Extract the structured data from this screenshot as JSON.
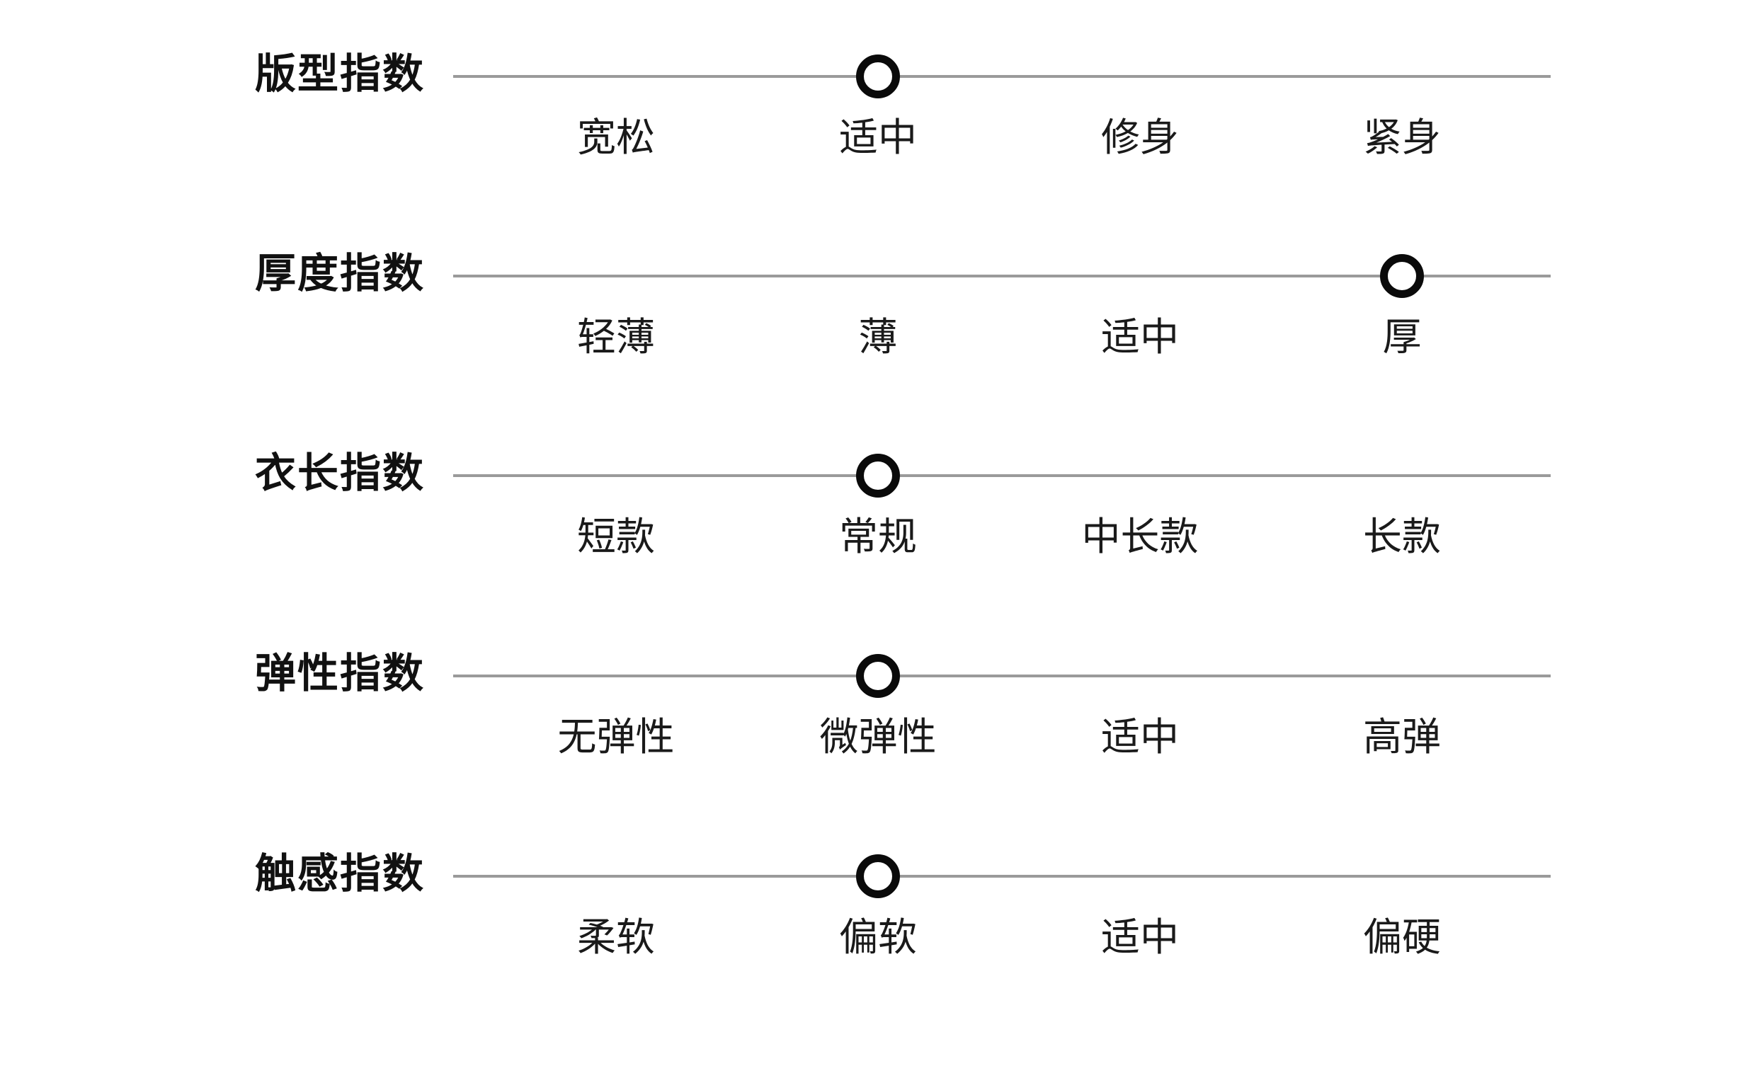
{
  "meta": {
    "background_color": "#ffffff",
    "track_color": "#9a9a9a",
    "knob_color": "#0a0a0a",
    "text_color": "#111111"
  },
  "chart_data": {
    "type": "table",
    "title": "",
    "rows": [
      {
        "name": "版型指数",
        "scale": [
          "宽松",
          "适中",
          "修身",
          "紧身"
        ],
        "selected_index": 1,
        "selected_value": "适中"
      },
      {
        "name": "厚度指数",
        "scale": [
          "轻薄",
          "薄",
          "适中",
          "厚"
        ],
        "selected_index": 3,
        "selected_value": "厚"
      },
      {
        "name": "衣长指数",
        "scale": [
          "短款",
          "常规",
          "中长款",
          "长款"
        ],
        "selected_index": 1,
        "selected_value": "常规"
      },
      {
        "name": "弹性指数",
        "scale": [
          "无弹性",
          "微弹性",
          "适中",
          "高弹"
        ],
        "selected_index": 1,
        "selected_value": "微弹性"
      },
      {
        "name": "触感指数",
        "scale": [
          "柔软",
          "偏软",
          "适中",
          "偏硬"
        ],
        "selected_index": 1,
        "selected_value": "偏软"
      }
    ]
  },
  "rows": [
    {
      "title": "版型指数",
      "selected_index": 1,
      "labels": [
        "宽松",
        "适中",
        "修身",
        "紧身"
      ]
    },
    {
      "title": "厚度指数",
      "selected_index": 3,
      "labels": [
        "轻薄",
        "薄",
        "适中",
        "厚"
      ]
    },
    {
      "title": "衣长指数",
      "selected_index": 1,
      "labels": [
        "短款",
        "常规",
        "中长款",
        "长款"
      ]
    },
    {
      "title": "弹性指数",
      "selected_index": 1,
      "labels": [
        "无弹性",
        "微弹性",
        "适中",
        "高弹"
      ]
    },
    {
      "title": "触感指数",
      "selected_index": 1,
      "labels": [
        "柔软",
        "偏软",
        "适中",
        "偏硬"
      ]
    }
  ]
}
